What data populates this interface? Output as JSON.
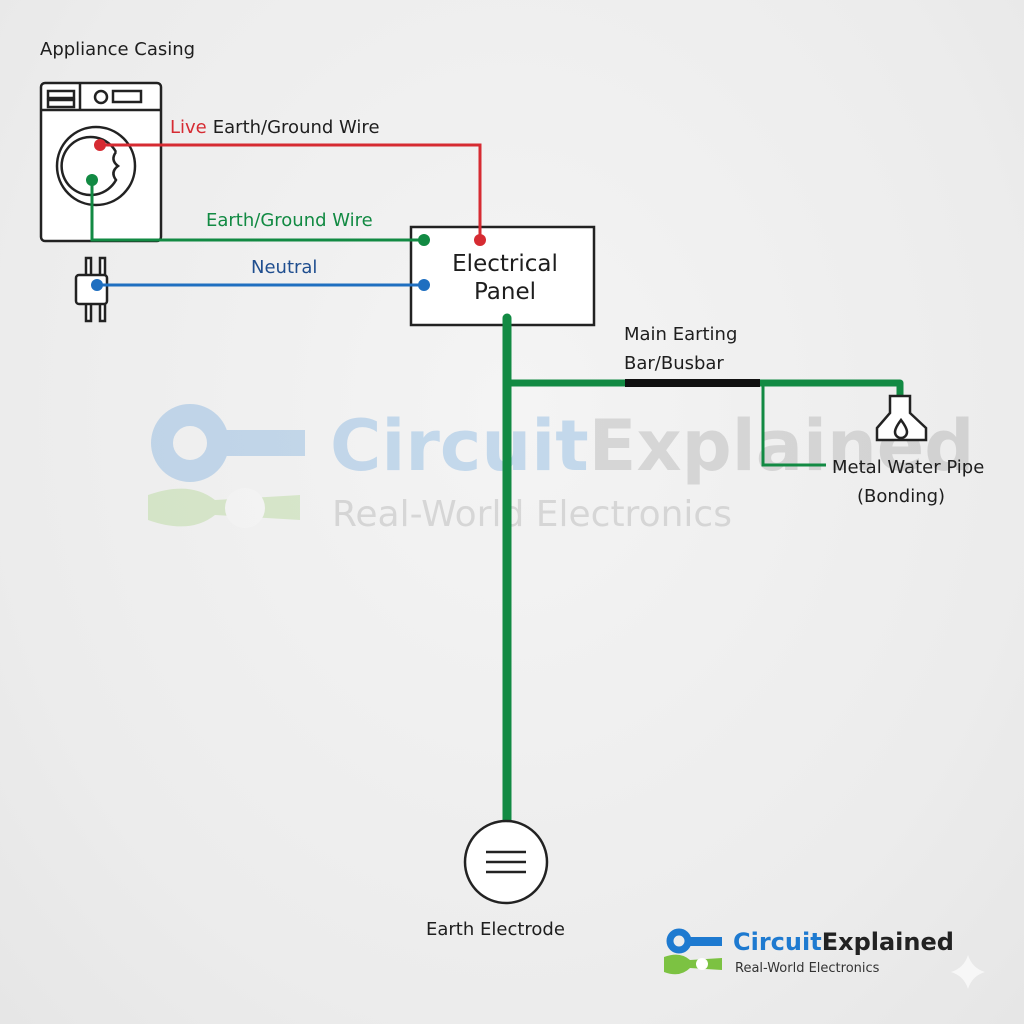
{
  "labels": {
    "appliance": "Appliance Casing",
    "live_prefix": "Live",
    "live_suffix": "Earth/Ground Wire",
    "earth_wire": "Earth/Ground Wire",
    "neutral": "Neutral",
    "panel_line1": "Electrical",
    "panel_line2": "Panel",
    "busbar_line1": "Main Earting",
    "busbar_line2": "Bar/Busbar",
    "pipe_line1": "Metal Water Pipe",
    "pipe_line2": "(Bonding)",
    "electrode": "Earth Electrode"
  },
  "watermark": {
    "brand_a": "Circuit",
    "brand_b": "Explained",
    "tagline": "Real-World Electronics"
  },
  "logo": {
    "brand_a": "Circuit",
    "brand_b": "Explained",
    "tagline": "Real-World Electronics"
  },
  "colors": {
    "live": "#d62b32",
    "earth": "#128a43",
    "neutral": "#1f6fc0",
    "brand_blue": "#1e7ad0",
    "brand_green": "#7cc242"
  }
}
